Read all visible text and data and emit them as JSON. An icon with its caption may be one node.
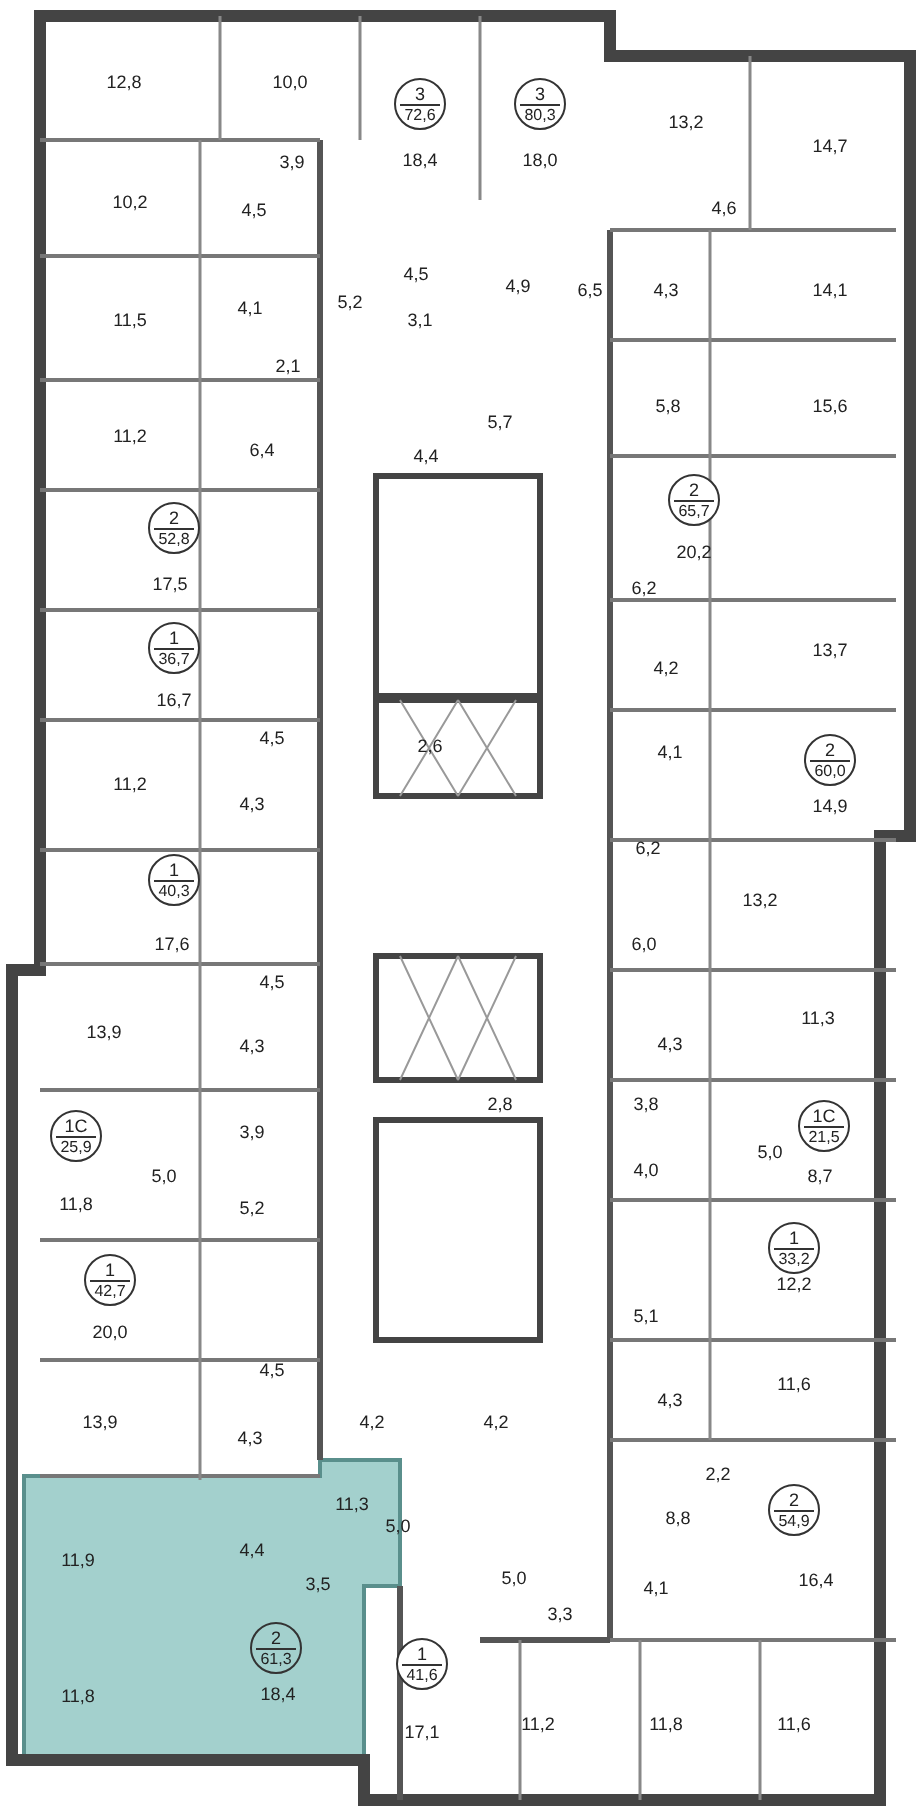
{
  "diagram": {
    "nodes": [
      {
        "text": [
          "3",
          "72,6"
        ]
      },
      {
        "text": [
          "3",
          "80,3"
        ]
      },
      {
        "text": [
          "2",
          "52,8"
        ]
      },
      {
        "text": [
          "2",
          "65,7"
        ]
      },
      {
        "text": [
          "1",
          "36,7"
        ]
      },
      {
        "text": [
          "2",
          "60,0"
        ]
      },
      {
        "text": [
          "1",
          "40,3"
        ]
      },
      {
        "text": [
          "1С",
          "21,5"
        ]
      },
      {
        "text": [
          "1С",
          "25,9"
        ]
      },
      {
        "text": [
          "1",
          "33,2"
        ]
      },
      {
        "text": [
          "1",
          "42,7"
        ]
      },
      {
        "text": [
          "2",
          "54,9"
        ]
      },
      {
        "text": [
          "2",
          "61,3"
        ]
      },
      {
        "text": [
          "1",
          "41,6"
        ]
      }
    ],
    "labels": [
      "12,8",
      "10,0",
      "13,2",
      "14,7",
      "3,9",
      "18,4",
      "18,0",
      "10,2",
      "4,5",
      "4,6",
      "4,5",
      "4,9",
      "6,5",
      "4,3",
      "14,1",
      "4,1",
      "11,5",
      "5,2",
      "3,1",
      "2,1",
      "11,2",
      "6,4",
      "4,4",
      "5,7",
      "5,8",
      "15,6",
      "17,5",
      "20,2",
      "6,2",
      "13,7",
      "4,2",
      "16,7",
      "4,5",
      "2,6",
      "11,2",
      "4,3",
      "4,1",
      "14,9",
      "6,2",
      "13,2",
      "17,6",
      "6,0",
      "4,5",
      "13,9",
      "4,3",
      "11,3",
      "4,3",
      "2,8",
      "3,8",
      "3,9",
      "5,0",
      "5,0",
      "4,0",
      "11,8",
      "8,7",
      "5,2",
      "12,2",
      "5,1",
      "20,0",
      "4,5",
      "11,6",
      "4,2",
      "4,2",
      "4,3",
      "13,9",
      "4,3",
      "11,3",
      "2,2",
      "8,8",
      "11,9",
      "4,4",
      "5,0",
      "3,5",
      "5,0",
      "16,4",
      "4,1",
      "3,3",
      "11,8",
      "18,4",
      "17,1",
      "11,2",
      "11,8",
      "11,6"
    ]
  }
}
